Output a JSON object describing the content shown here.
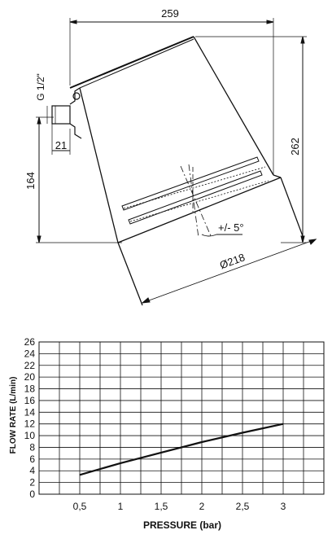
{
  "drawing": {
    "dim_width": "259",
    "dim_height": "262",
    "dim_offset": "164",
    "dim_connector": "21",
    "dim_diameter": "Ø218",
    "thread": "G 1/2\"",
    "tilt": "+/- 5°"
  },
  "chart_data": {
    "type": "line",
    "xlabel": "PRESSURE (bar)",
    "ylabel": "FLOW RATE (L/min)",
    "x_ticks": [
      0.5,
      1,
      1.5,
      2,
      2.5,
      3
    ],
    "x_tick_labels": [
      "0,5",
      "1",
      "1,5",
      "2",
      "2,5",
      "3"
    ],
    "y_ticks": [
      0,
      2,
      4,
      6,
      8,
      10,
      12,
      14,
      16,
      18,
      20,
      22,
      24,
      26
    ],
    "xlim": [
      0,
      3.5
    ],
    "ylim": [
      0,
      26
    ],
    "grid": true,
    "series": [
      {
        "x": [
          0.5,
          1,
          1.5,
          2,
          2.5,
          3
        ],
        "values": [
          3.3,
          5.3,
          7.1,
          8.9,
          10.5,
          12.0
        ]
      }
    ]
  }
}
